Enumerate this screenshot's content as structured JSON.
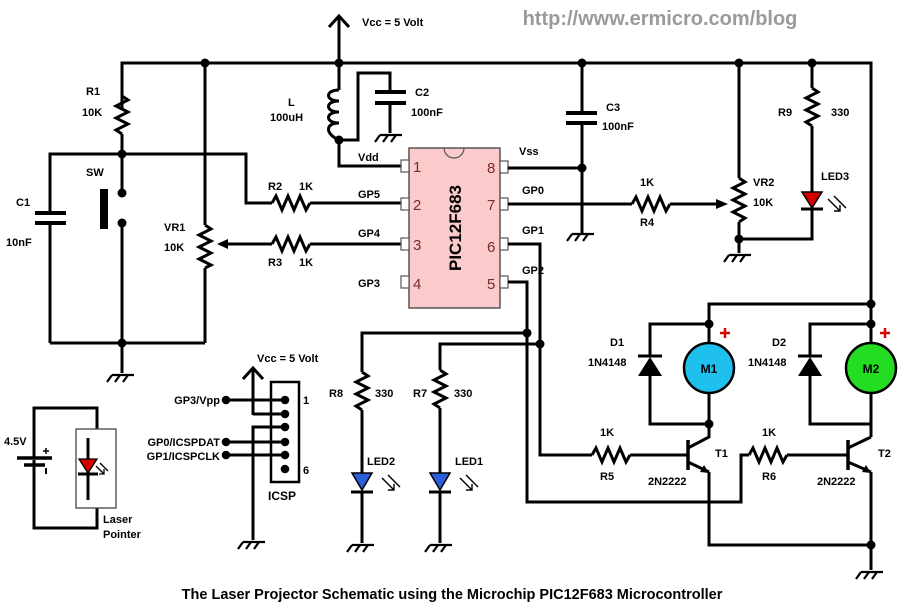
{
  "header": {
    "url": "http://www.ermicro.com/blog",
    "vcc_label": "Vcc = 5 Volt"
  },
  "footer": {
    "caption": "The Laser Projector Schematic using the Microchip PIC12F683 Microcontroller"
  },
  "colors": {
    "ic_fill": "#fbcaca",
    "ic_stroke": "#555555",
    "pin_number": "#7a2a2a",
    "motor1": "#1fc0ee",
    "motor2": "#22dd22",
    "led_red": "#d40000",
    "led_blue": "#2b5fd9",
    "plus_mark": "#e00000",
    "url_text": "#9a9a9a"
  },
  "ic": {
    "name": "PIC12F683",
    "pins_left": [
      {
        "num": "1",
        "name": "Vdd"
      },
      {
        "num": "2",
        "name": "GP5"
      },
      {
        "num": "3",
        "name": "GP4"
      },
      {
        "num": "4",
        "name": "GP3"
      }
    ],
    "pins_right": [
      {
        "num": "8",
        "name": "Vss"
      },
      {
        "num": "7",
        "name": "GP0"
      },
      {
        "num": "6",
        "name": "GP1"
      },
      {
        "num": "5",
        "name": "GP2"
      }
    ]
  },
  "components": {
    "R1": {
      "ref": "R1",
      "value": "10K"
    },
    "R2": {
      "ref": "R2",
      "value": "1K"
    },
    "R3": {
      "ref": "R3",
      "value": "1K"
    },
    "R4": {
      "ref": "R4",
      "value": "1K"
    },
    "R5": {
      "ref": "R5",
      "value": "1K"
    },
    "R6": {
      "ref": "R6",
      "value": "1K"
    },
    "R7": {
      "ref": "R7",
      "value": "330"
    },
    "R8": {
      "ref": "R8",
      "value": "330"
    },
    "R9": {
      "ref": "R9",
      "value": "330"
    },
    "VR1": {
      "ref": "VR1",
      "value": "10K"
    },
    "VR2": {
      "ref": "VR2",
      "value": "10K"
    },
    "C1": {
      "ref": "C1",
      "value": "10nF"
    },
    "C2": {
      "ref": "C2",
      "value": "100nF"
    },
    "C3": {
      "ref": "C3",
      "value": "100nF"
    },
    "L": {
      "ref": "L",
      "value": "100uH"
    },
    "SW": {
      "ref": "SW"
    },
    "D1": {
      "ref": "D1",
      "value": "1N4148"
    },
    "D2": {
      "ref": "D2",
      "value": "1N4148"
    },
    "T1": {
      "ref": "T1",
      "value": "2N2222"
    },
    "T2": {
      "ref": "T2",
      "value": "2N2222"
    },
    "M1": {
      "ref": "M1"
    },
    "M2": {
      "ref": "M2"
    },
    "LED1": {
      "ref": "LED1"
    },
    "LED2": {
      "ref": "LED2"
    },
    "LED3": {
      "ref": "LED3"
    }
  },
  "icsp": {
    "label": "ICSP",
    "vcc_label": "Vcc = 5 Volt",
    "pin_first": "1",
    "pin_last": "6",
    "signals": [
      "GP3/Vpp",
      "GP0/ICSPDAT",
      "GP1/ICSPCLK"
    ]
  },
  "laser": {
    "battery": "4.5V",
    "label_line1": "Laser",
    "label_line2": "Pointer"
  }
}
